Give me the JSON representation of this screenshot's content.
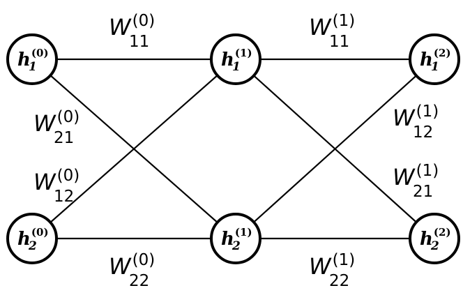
{
  "nodes": [
    {
      "id": "h1-0",
      "symbol": "h",
      "sub": "1",
      "sup": "(0)"
    },
    {
      "id": "h2-0",
      "symbol": "h",
      "sub": "2",
      "sup": "(0)"
    },
    {
      "id": "h1-1",
      "symbol": "h",
      "sub": "1",
      "sup": "(1)"
    },
    {
      "id": "h2-1",
      "symbol": "h",
      "sub": "2",
      "sup": "(1)"
    },
    {
      "id": "h1-2",
      "symbol": "h",
      "sub": "1",
      "sup": "(2)"
    },
    {
      "id": "h2-2",
      "symbol": "h",
      "sub": "2",
      "sup": "(2)"
    }
  ],
  "edges": [
    {
      "id": "w11-0",
      "from": "h1-0",
      "to": "h1-1",
      "symbol": "W",
      "sub": "11",
      "sup": "(0)"
    },
    {
      "id": "w21-0",
      "from": "h1-0",
      "to": "h2-1",
      "symbol": "W",
      "sub": "21",
      "sup": "(0)"
    },
    {
      "id": "w12-0",
      "from": "h2-0",
      "to": "h1-1",
      "symbol": "W",
      "sub": "12",
      "sup": "(0)"
    },
    {
      "id": "w22-0",
      "from": "h2-0",
      "to": "h2-1",
      "symbol": "W",
      "sub": "22",
      "sup": "(0)"
    },
    {
      "id": "w11-1",
      "from": "h1-1",
      "to": "h1-2",
      "symbol": "W",
      "sub": "11",
      "sup": "(1)"
    },
    {
      "id": "w12-1",
      "from": "h2-1",
      "to": "h1-2",
      "symbol": "W",
      "sub": "12",
      "sup": "(1)"
    },
    {
      "id": "w21-1",
      "from": "h1-1",
      "to": "h2-2",
      "symbol": "W",
      "sub": "21",
      "sup": "(1)"
    },
    {
      "id": "w22-1",
      "from": "h2-1",
      "to": "h2-2",
      "symbol": "W",
      "sub": "22",
      "sup": "(1)"
    }
  ]
}
